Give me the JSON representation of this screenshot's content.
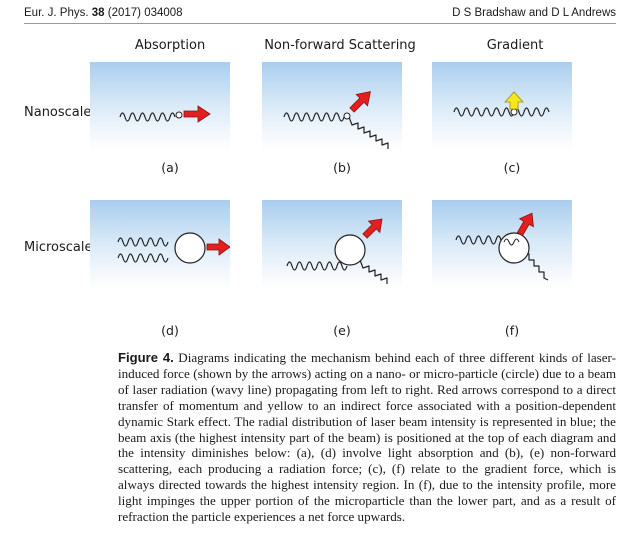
{
  "header": {
    "journal_prefix": "Eur. J. Phys.",
    "volume": "38",
    "year_article": "(2017) 034008",
    "authors": "D S Bradshaw and D L Andrews"
  },
  "figure": {
    "columns": [
      "Absorption",
      "Non-forward Scattering",
      "Gradient"
    ],
    "rows": [
      "Nanoscale",
      "Microscale"
    ],
    "panel_labels": [
      "(a)",
      "(b)",
      "(c)",
      "(d)",
      "(e)",
      "(f)"
    ],
    "colors": {
      "beam_top": "#a9cdee",
      "direct_force_arrow": "#e32020",
      "indirect_force_arrow": "#f6e81f"
    }
  },
  "caption": {
    "label": "Figure 4.",
    "text": "Diagrams indicating the mechanism behind each of three different kinds of laser-induced force (shown by the arrows) acting on a nano- or micro-particle (circle) due to a beam of laser radiation (wavy line) propagating from left to right. Red arrows correspond to a direct transfer of momentum and yellow to an indirect force associated with a position-dependent dynamic Stark effect. The radial distribution of laser beam intensity is represented in blue; the beam axis (the highest intensity part of the beam) is positioned at the top of each diagram and the intensity diminishes below: (a), (d) involve light absorption and (b), (e) non-forward scattering, each producing a radiation force; (c), (f) relate to the gradient force, which is always directed towards the highest intensity region. In (f), due to the intensity profile, more light impinges the upper portion of the microparticle than the lower part, and as a result of refraction the particle experiences a net force upwards."
  }
}
